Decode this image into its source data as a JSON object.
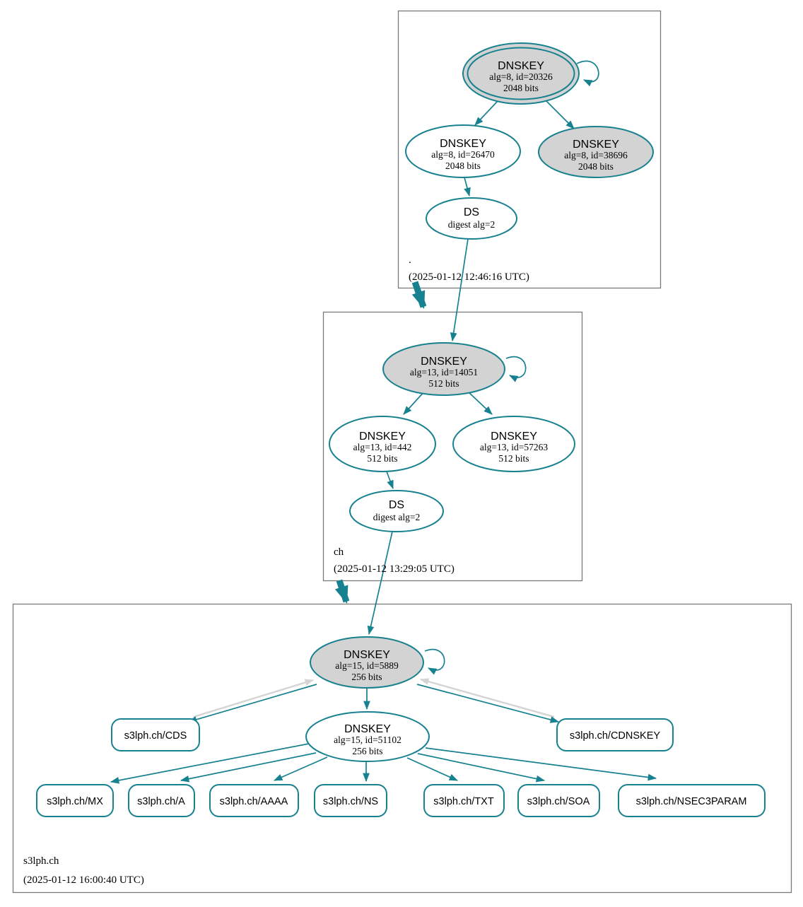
{
  "colors": {
    "edge": "#17818f",
    "node_fill_gray": "#d3d3d3",
    "edge_gray": "#d4d4d4",
    "zone_border": "#7a7a7a"
  },
  "zones": [
    {
      "label": ".",
      "timestamp": "(2025-01-12 12:46:16 UTC)",
      "nodes": {
        "ksk": {
          "title": "DNSKEY",
          "detail": "alg=8, id=20326",
          "bits": "2048 bits"
        },
        "zsk": {
          "title": "DNSKEY",
          "detail": "alg=8, id=26470",
          "bits": "2048 bits"
        },
        "key3": {
          "title": "DNSKEY",
          "detail": "alg=8, id=38696",
          "bits": "2048 bits"
        },
        "ds": {
          "title": "DS",
          "detail": "digest alg=2"
        }
      }
    },
    {
      "label": "ch",
      "timestamp": "(2025-01-12 13:29:05 UTC)",
      "nodes": {
        "ksk": {
          "title": "DNSKEY",
          "detail": "alg=13, id=14051",
          "bits": "512 bits"
        },
        "zsk": {
          "title": "DNSKEY",
          "detail": "alg=13, id=442",
          "bits": "512 bits"
        },
        "key3": {
          "title": "DNSKEY",
          "detail": "alg=13, id=57263",
          "bits": "512 bits"
        },
        "ds": {
          "title": "DS",
          "detail": "digest alg=2"
        }
      }
    },
    {
      "label": "s3lph.ch",
      "timestamp": "(2025-01-12 16:00:40 UTC)",
      "nodes": {
        "ksk": {
          "title": "DNSKEY",
          "detail": "alg=15, id=5889",
          "bits": "256 bits"
        },
        "zsk": {
          "title": "DNSKEY",
          "detail": "alg=15, id=51102",
          "bits": "256 bits"
        },
        "cds": {
          "label": "s3lph.ch/CDS"
        },
        "cdnskey": {
          "label": "s3lph.ch/CDNSKEY"
        },
        "rrsets": [
          {
            "label": "s3lph.ch/MX"
          },
          {
            "label": "s3lph.ch/A"
          },
          {
            "label": "s3lph.ch/AAAA"
          },
          {
            "label": "s3lph.ch/NS"
          },
          {
            "label": "s3lph.ch/TXT"
          },
          {
            "label": "s3lph.ch/SOA"
          },
          {
            "label": "s3lph.ch/NSEC3PARAM"
          }
        ]
      }
    }
  ]
}
